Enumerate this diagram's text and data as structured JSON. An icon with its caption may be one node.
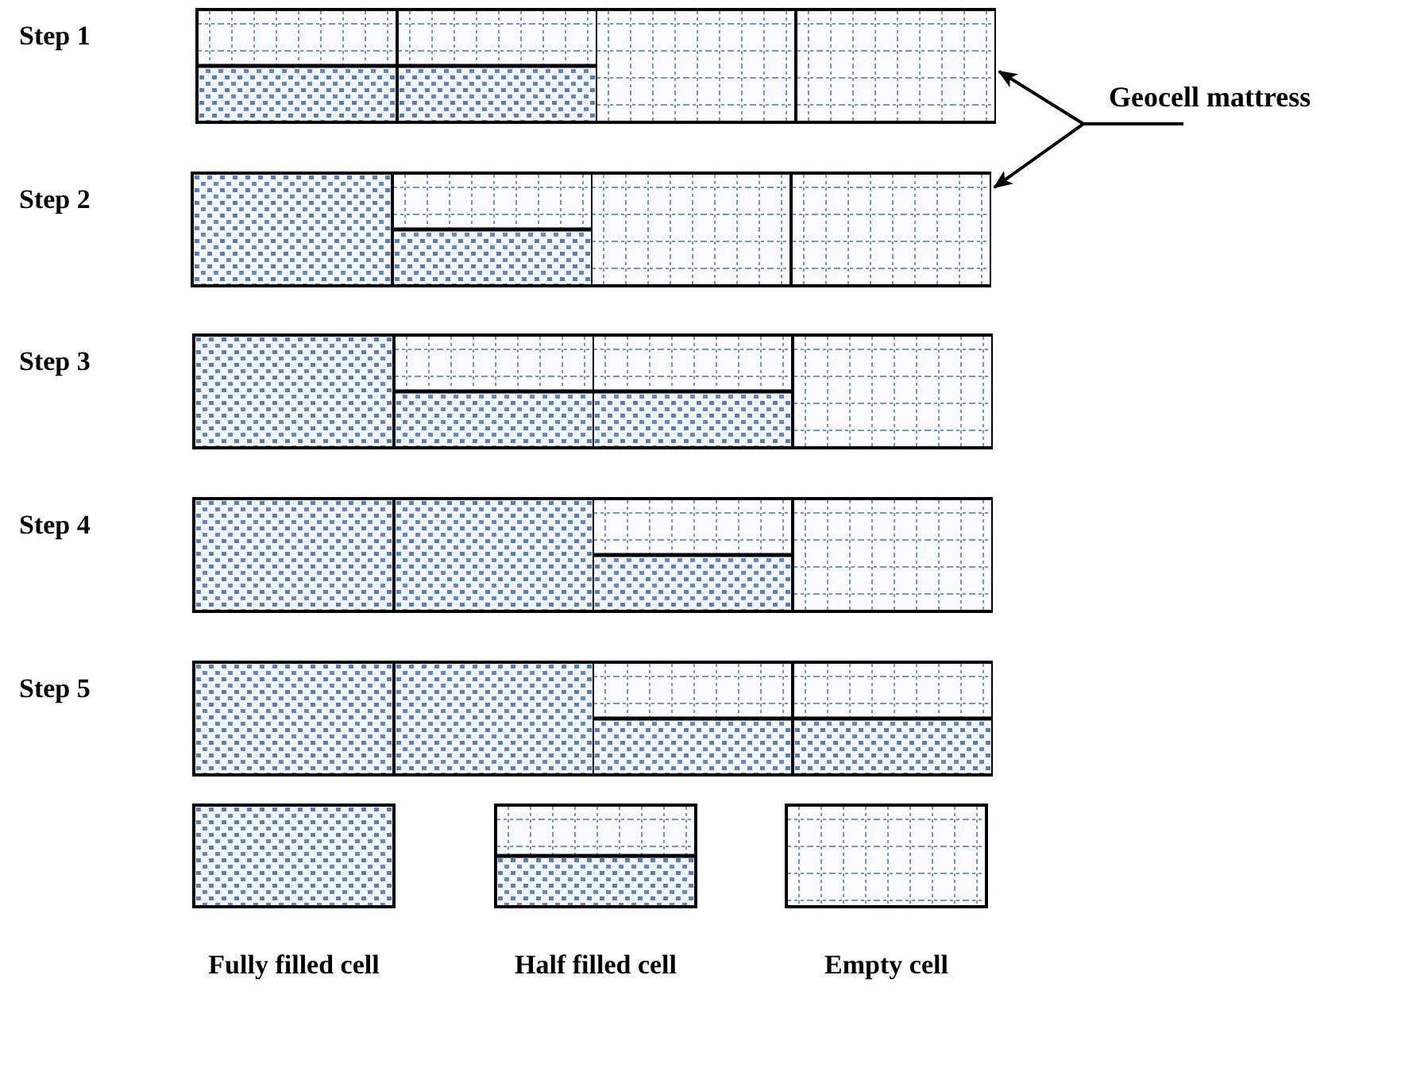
{
  "diagram": {
    "nodes": [
      {
        "text": [],
        "shape": "box",
        "beside": [
          "Step 1"
        ]
      },
      {
        "text": [],
        "shape": "half",
        "in": 0
      },
      {
        "text": [],
        "shape": "half",
        "in": 0
      },
      {
        "text": [],
        "shape": "empty",
        "in": 0
      },
      {
        "text": [],
        "shape": "empty",
        "in": 0
      },
      {
        "text": [
          "Geocell mattress"
        ]
      },
      {
        "text": [],
        "shape": "box",
        "beside": [
          "Step 2"
        ]
      },
      {
        "text": [],
        "shape": "filled",
        "in": 6
      },
      {
        "text": [],
        "shape": "half",
        "in": 6
      },
      {
        "text": [],
        "shape": "empty",
        "in": 6
      },
      {
        "text": [],
        "shape": "empty",
        "in": 6
      },
      {
        "text": [],
        "shape": "box",
        "beside": [
          "Step 3"
        ]
      },
      {
        "text": [],
        "shape": "filled",
        "in": 11
      },
      {
        "text": [],
        "shape": "half",
        "in": 11
      },
      {
        "text": [],
        "shape": "half",
        "in": 11
      },
      {
        "text": [],
        "shape": "empty",
        "in": 11
      },
      {
        "text": [],
        "shape": "box",
        "beside": [
          "Step 4"
        ]
      },
      {
        "text": [],
        "shape": "filled",
        "in": 16
      },
      {
        "text": [],
        "shape": "filled",
        "in": 16
      },
      {
        "text": [],
        "shape": "half",
        "in": 16
      },
      {
        "text": [],
        "shape": "empty",
        "in": 16
      },
      {
        "text": [],
        "shape": "box",
        "beside": [
          "Step 5"
        ]
      },
      {
        "text": [],
        "shape": "filled",
        "in": 21
      },
      {
        "text": [],
        "shape": "filled",
        "in": 21
      },
      {
        "text": [],
        "shape": "half",
        "in": 21
      },
      {
        "text": [],
        "shape": "half",
        "in": 21
      }
    ],
    "edges": [
      {
        "from": 5,
        "to": 0,
        "arrow": "to"
      },
      {
        "from": 5,
        "to": 6,
        "arrow": "to"
      }
    ],
    "legend": [
      {
        "text": "Fully filled cell"
      },
      {
        "text": "Half filled cell"
      },
      {
        "text": "Empty cell"
      }
    ]
  }
}
